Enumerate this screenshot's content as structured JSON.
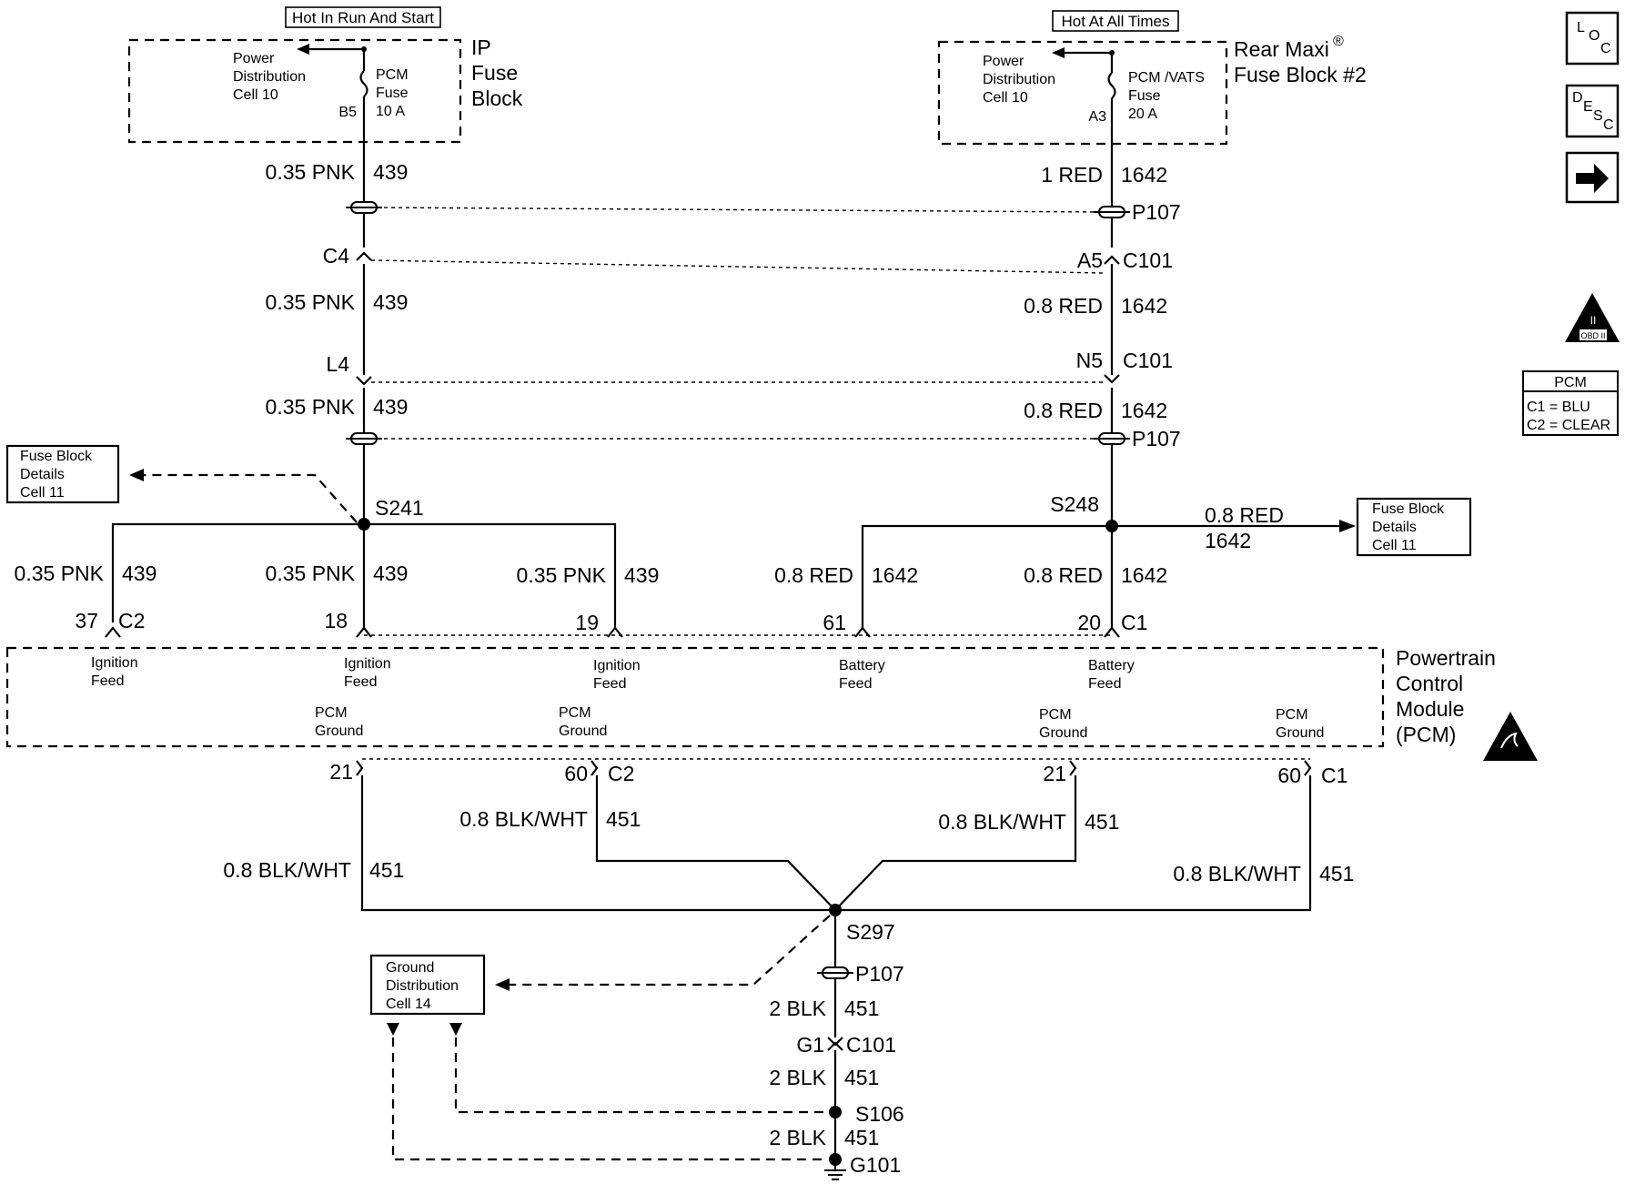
{
  "top_left": {
    "header": "Hot In Run And Start",
    "dist": [
      "Power",
      "Distribution",
      "Cell 10"
    ],
    "fuse": [
      "PCM",
      "Fuse",
      "10 A"
    ],
    "pin": "B5",
    "block": [
      "IP",
      "Fuse",
      "Block"
    ]
  },
  "top_right": {
    "header": "Hot At All Times",
    "dist": [
      "Power",
      "Distribution",
      "Cell 10"
    ],
    "fuse": [
      "PCM /VATS",
      "Fuse",
      "20 A"
    ],
    "pin": "A3",
    "block": [
      "Rear Maxi",
      "Fuse Block #2"
    ],
    "reg": "®"
  },
  "left_wire": {
    "seg1": {
      "size": "0.35 PNK",
      "num": "439"
    },
    "conn1": "C4",
    "seg2": {
      "size": "0.35 PNK",
      "num": "439"
    },
    "conn2": "L4",
    "seg3": {
      "size": "0.35 PNK",
      "num": "439"
    }
  },
  "right_wire": {
    "seg1": {
      "size": "1 RED",
      "num": "1642"
    },
    "p107_top": "P107",
    "conn1_pin": "A5",
    "conn1": "C101",
    "seg2": {
      "size": "0.8 RED",
      "num": "1642"
    },
    "conn2_pin": "N5",
    "conn2": "C101",
    "seg3": {
      "size": "0.8 RED",
      "num": "1642"
    },
    "p107_mid": "P107"
  },
  "splices": {
    "left": "S241",
    "right": "S248",
    "ground": "S297",
    "s106": "S106"
  },
  "fuse_details_left": [
    "Fuse Block",
    "Details",
    "Cell 11"
  ],
  "fuse_details_right": [
    "Fuse Block",
    "Details",
    "Cell 11"
  ],
  "right_branch": {
    "size": "0.8 RED",
    "num": "1642"
  },
  "drops": [
    {
      "size": "0.35 PNK",
      "num": "439",
      "pin": "37",
      "conn": "C2"
    },
    {
      "size": "0.35 PNK",
      "num": "439",
      "pin": "18",
      "conn": ""
    },
    {
      "size": "0.35 PNK",
      "num": "439",
      "pin": "19",
      "conn": ""
    },
    {
      "size": "0.8 RED",
      "num": "1642",
      "pin": "61",
      "conn": ""
    },
    {
      "size": "0.8 RED",
      "num": "1642",
      "pin": "20",
      "conn": "C1"
    }
  ],
  "pcm_inputs": [
    [
      "Ignition",
      "Feed"
    ],
    [
      "Ignition",
      "Feed"
    ],
    [
      "Ignition",
      "Feed"
    ],
    [
      "Battery",
      "Feed"
    ],
    [
      "Battery",
      "Feed"
    ]
  ],
  "pcm_grounds": [
    [
      "PCM",
      "Ground"
    ],
    [
      "PCM",
      "Ground"
    ],
    [
      "PCM",
      "Ground"
    ],
    [
      "PCM",
      "Ground"
    ]
  ],
  "pcm_title": [
    "Powertrain",
    "Control",
    "Module",
    "(PCM)"
  ],
  "ground_pins": [
    {
      "pin": "21",
      "conn": ""
    },
    {
      "pin": "60",
      "conn": "C2"
    },
    {
      "pin": "21",
      "conn": ""
    },
    {
      "pin": "60",
      "conn": "C1"
    }
  ],
  "ground_wires": [
    {
      "size": "0.8 BLK/WHT",
      "num": "451"
    },
    {
      "size": "0.8 BLK/WHT",
      "num": "451"
    },
    {
      "size": "0.8 BLK/WHT",
      "num": "451"
    },
    {
      "size": "0.8 BLK/WHT",
      "num": "451"
    }
  ],
  "ground_chain": {
    "p107": "P107",
    "seg1": {
      "size": "2 BLK",
      "num": "451"
    },
    "conn_pin": "G1",
    "conn": "C101",
    "seg2": {
      "size": "2 BLK",
      "num": "451"
    },
    "seg3": {
      "size": "2 BLK",
      "num": "451"
    },
    "g101": "G101"
  },
  "ground_dist": [
    "Ground",
    "Distribution",
    "Cell 14"
  ],
  "side_icons": {
    "loc": {
      "a": "L",
      "b": "O",
      "c": "C"
    },
    "desc": {
      "a": "D",
      "b": "E",
      "c": "S",
      "d": "C"
    },
    "obd": {
      "num": "II",
      "label": "OBD II"
    },
    "pcm_table": {
      "title": "PCM",
      "rows": [
        "C1 = BLU",
        "C2 = CLEAR"
      ]
    }
  }
}
